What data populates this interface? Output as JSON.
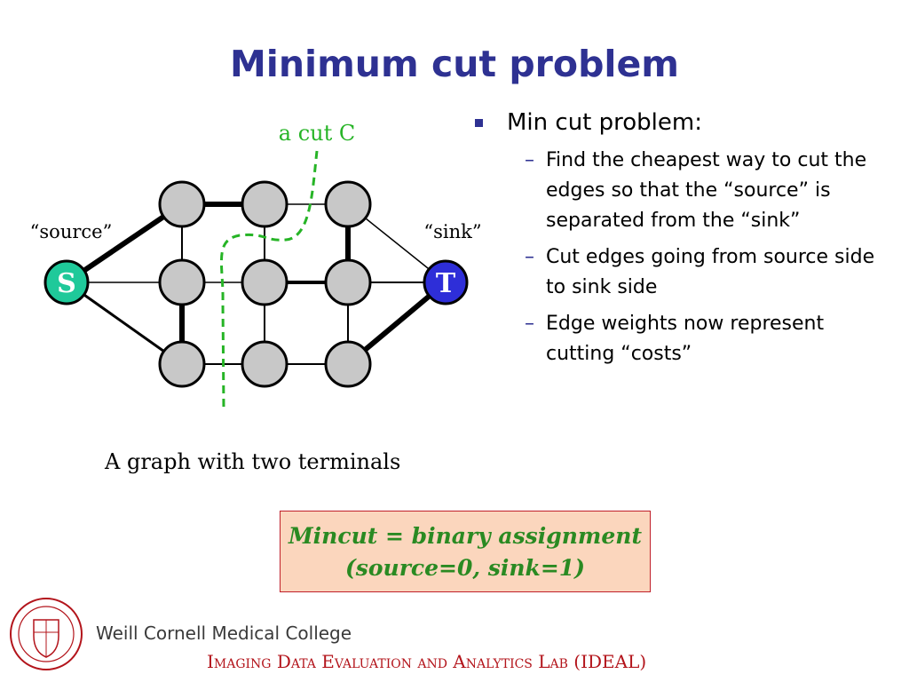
{
  "slide": {
    "title": "Minimum cut problem",
    "caption": "A graph with two terminals",
    "mincut_line1": "Mincut = binary assignment",
    "mincut_line2": "(source=0, sink=1)"
  },
  "graph": {
    "cut_label": "a cut C",
    "source_label": "“source”",
    "sink_label": "“sink”",
    "source_node": "S",
    "sink_node": "T",
    "colors": {
      "source": "#1fc99a",
      "sink": "#2e2ed8",
      "node": "#c8c8c8",
      "cut": "#26b426"
    }
  },
  "bullets": {
    "main": "Min cut problem:",
    "sub": [
      "Find the cheapest way to cut the edges so that the “source” is separated from the “sink”",
      "Cut edges going from source side to sink side",
      "Edge weights now represent cutting “costs”"
    ]
  },
  "footer": {
    "college": "Weill Cornell Medical College",
    "lab": "Imaging Data Evaluation and Analytics Lab (IDEAL)"
  },
  "colors": {
    "title": "#2e3192",
    "accent_red": "#b3141b",
    "box_fill": "#fbd6bd",
    "box_text": "#2a8a22"
  }
}
